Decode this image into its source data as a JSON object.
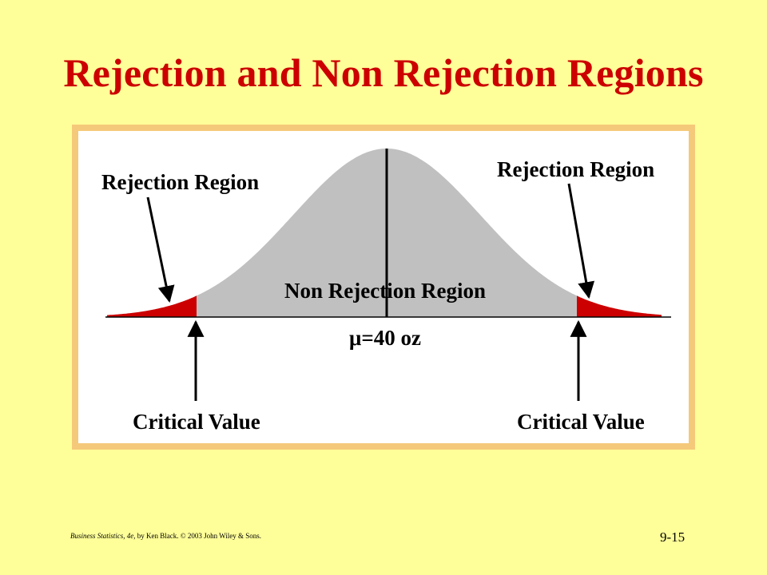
{
  "slide": {
    "title": "Rejection and Non Rejection Regions",
    "footer_citation_italic": "Business Statistics, 4e",
    "footer_citation_rest": ", by Ken Black. © 2003 John Wiley & Sons.",
    "page_number": "9-15"
  },
  "diagram": {
    "rejection_left": "Rejection Region",
    "rejection_right": "Rejection Region",
    "non_rejection": "Non Rejection Region",
    "mean_symbol": "μ",
    "mean_value": "=40 oz",
    "critical_left": "Critical Value",
    "critical_right": "Critical Value"
  },
  "colors": {
    "title": "#cc0000",
    "background": "#ffff99",
    "frame_border": "#f5c97a",
    "curve_fill": "#c0c0c0",
    "rejection_fill": "#cc0000"
  }
}
